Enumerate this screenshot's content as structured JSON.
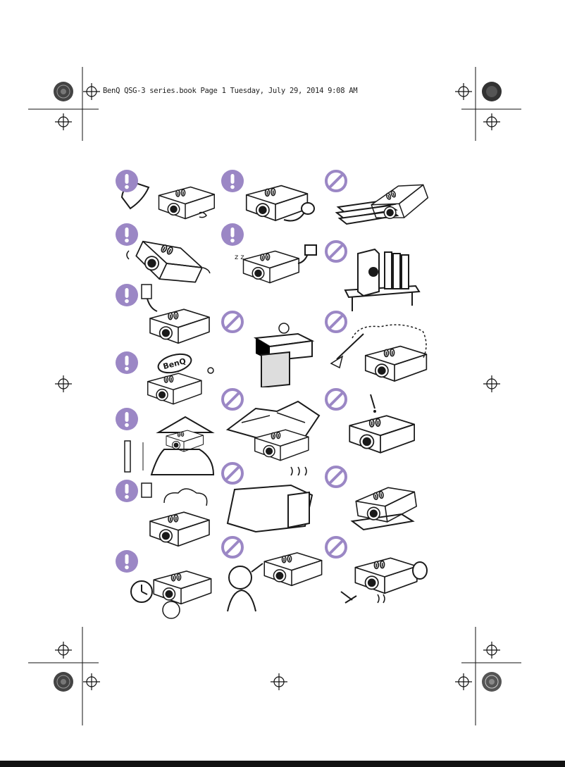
{
  "header": {
    "text": "BenQ QSG-3 series.book  Page 1  Tuesday, July 29, 2014  9:08 AM"
  },
  "colors": {
    "mandatory": "#9b87c5",
    "prohibited": "#9b87c5",
    "ink": "#1a1a1a"
  },
  "panels": [
    {
      "id": "r1c1",
      "badge": "mandatory-icon",
      "scene": "projector-with-pillow"
    },
    {
      "id": "r1c2",
      "badge": "mandatory-icon",
      "scene": "projector-with-cable"
    },
    {
      "id": "r1c3",
      "badge": "prohibited-icon",
      "scene": "projector-on-stacked-books"
    },
    {
      "id": "r2c1",
      "badge": "mandatory-icon",
      "scene": "projector-tilted"
    },
    {
      "id": "r2c2",
      "badge": "mandatory-icon",
      "scene": "projector-sleeping-unplugged"
    },
    {
      "id": "r2c3",
      "badge": "prohibited-icon",
      "scene": "projector-on-end-shelf"
    },
    {
      "id": "r3c1",
      "badge": "mandatory-icon",
      "scene": "projector-plug-outlet"
    },
    {
      "id": "r3c2",
      "badge": "prohibited-icon",
      "scene": "projector-on-box"
    },
    {
      "id": "r3c3",
      "badge": "prohibited-icon",
      "scene": "projector-dust-broom"
    },
    {
      "id": "r4c1",
      "badge": "mandatory-icon",
      "scene": "projector-benq-cap",
      "label": "BenQ"
    },
    {
      "id": "r4c2",
      "badge": "prohibited-icon",
      "scene": "projector-covered-clothes"
    },
    {
      "id": "r4c3",
      "badge": "prohibited-icon",
      "scene": "projector-liquid-spill"
    },
    {
      "id": "r5c1",
      "badge": "mandatory-icon",
      "scene": "projector-altitude"
    },
    {
      "id": "r5c2",
      "badge": "prohibited-icon",
      "scene": "projector-under-cloth"
    },
    {
      "id": "r5c3",
      "badge": "prohibited-icon",
      "scene": "projector-on-base"
    },
    {
      "id": "r6c1",
      "badge": "mandatory-icon",
      "scene": "projector-smoke-unplug"
    },
    {
      "id": "r6c2",
      "badge": "prohibited-icon",
      "scene": "person-staring-into-lens"
    },
    {
      "id": "r6c3",
      "badge": "prohibited-icon",
      "scene": "projector-hot-fan"
    },
    {
      "id": "r7c1",
      "badge": "mandatory-icon",
      "scene": "projector-clock-cool-down"
    }
  ]
}
